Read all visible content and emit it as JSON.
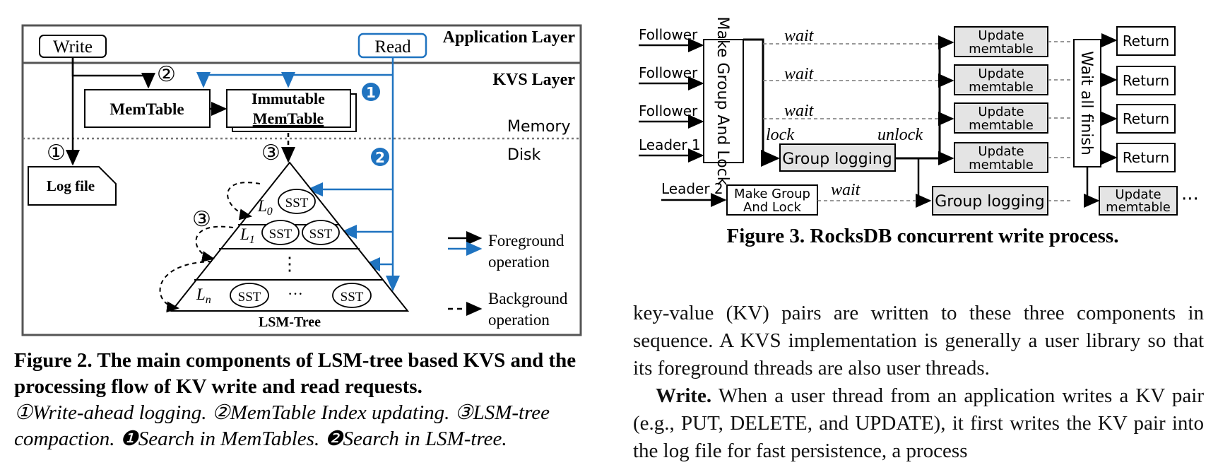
{
  "figure2": {
    "write_label": "Write",
    "read_label": "Read",
    "app_layer": "Application Layer",
    "kvs_layer": "KVS Layer",
    "memtable": "MemTable",
    "immutable_line1": "Immutable",
    "immutable_line2": "MemTable",
    "memory": "Memory",
    "disk": "Disk",
    "log_file": "Log file",
    "lsm_tree": "LSM-Tree",
    "sst": "SST",
    "level0": "L",
    "level0_sub": "0",
    "level1": "L",
    "level1_sub": "1",
    "leveln": "L",
    "leveln_sub": "n",
    "dots": "···",
    "vdots": "⋮",
    "marker1": "①",
    "marker2": "②",
    "marker3": "③",
    "marker_b1": "1",
    "marker_b2": "2",
    "legend_fg_1": "Foreground",
    "legend_fg_2": "operation",
    "legend_bg_1": "Background",
    "legend_bg_2": "operation",
    "caption_title": "Figure 2. The main components of LSM-tree based KVS and the processing flow of KV write and read requests.",
    "caption_italic": "①Write-ahead logging. ②MemTable Index updating. ③LSM-tree compaction. ❶Search in MemTables. ❷Search in LSM-tree."
  },
  "figure3": {
    "follower": "Follower",
    "leader1": "Leader 1",
    "leader2": "Leader 2",
    "wait": "wait",
    "lock": "lock",
    "unlock": "unlock",
    "make_group_and_lock": "Make Group And Lock",
    "make_group_line1": "Make Group",
    "make_group_line2": "And Lock",
    "group_logging": "Group logging",
    "update_line1": "Update",
    "update_line2": "memtable",
    "wait_all_finish": "Wait all finish",
    "return": "Return",
    "ellipsis": "···",
    "caption": "Figure 3. RocksDB concurrent write process."
  },
  "body_text": {
    "para1": "key-value (KV) pairs are written to these three components in sequence. A KVS implementation is generally a user library so that its foreground threads are also user threads.",
    "para2_bold": "Write.",
    "para2": " When a user thread from an application writes a KV pair (e.g., PUT, DELETE, and UPDATE), it first writes the KV pair into the log file for fast persistence, a process"
  },
  "colors": {
    "blue": "#1f73c0",
    "gray_box": "#e4e4e4"
  }
}
